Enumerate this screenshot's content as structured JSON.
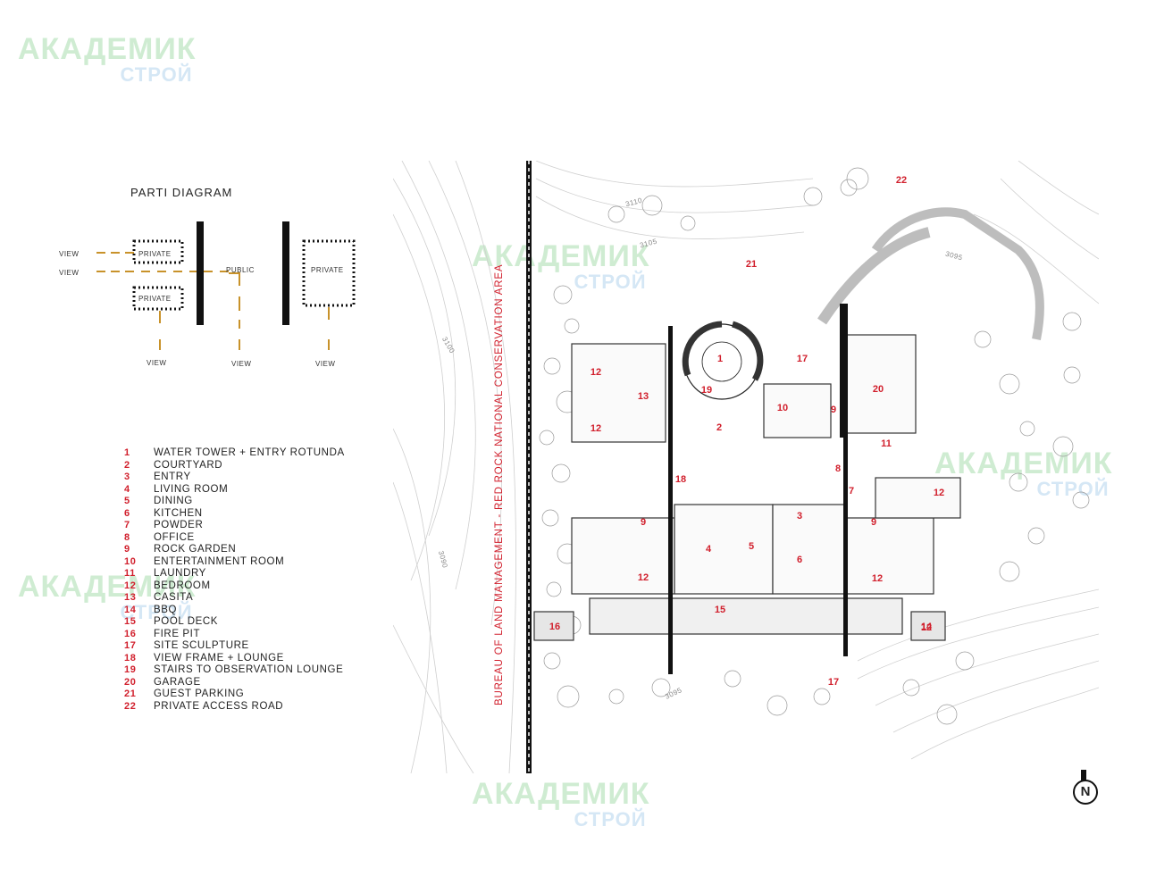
{
  "watermark": {
    "line1": "АКАДЕМИК",
    "line2": "СТРОЙ"
  },
  "parti": {
    "title": "PARTI DIAGRAM",
    "labels": {
      "view": "VIEW",
      "private": "PRIVATE",
      "public": "PUBLIC"
    }
  },
  "legend": [
    {
      "num": "1",
      "label": "WATER TOWER + ENTRY ROTUNDA"
    },
    {
      "num": "2",
      "label": "COURTYARD"
    },
    {
      "num": "3",
      "label": "ENTRY"
    },
    {
      "num": "4",
      "label": "LIVING ROOM"
    },
    {
      "num": "5",
      "label": "DINING"
    },
    {
      "num": "6",
      "label": "KITCHEN"
    },
    {
      "num": "7",
      "label": "POWDER"
    },
    {
      "num": "8",
      "label": "OFFICE"
    },
    {
      "num": "9",
      "label": "ROCK GARDEN"
    },
    {
      "num": "10",
      "label": "ENTERTAINMENT ROOM"
    },
    {
      "num": "11",
      "label": "LAUNDRY"
    },
    {
      "num": "12",
      "label": "BEDROOM"
    },
    {
      "num": "13",
      "label": "CASITA"
    },
    {
      "num": "14",
      "label": "BBQ"
    },
    {
      "num": "15",
      "label": "POOL DECK"
    },
    {
      "num": "16",
      "label": "FIRE PIT"
    },
    {
      "num": "17",
      "label": "SITE SCULPTURE"
    },
    {
      "num": "18",
      "label": "VIEW FRAME + LOUNGE"
    },
    {
      "num": "19",
      "label": "STAIRS TO OBSERVATION LOUNGE"
    },
    {
      "num": "20",
      "label": "GARAGE"
    },
    {
      "num": "21",
      "label": "GUEST PARKING"
    },
    {
      "num": "22",
      "label": "PRIVATE ACCESS ROAD"
    }
  ],
  "plan": {
    "boundary_label": "BUREAU OF LAND MANAGEMENT - RED ROCK NATIONAL CONSERVATION AREA",
    "contours": [
      "3110",
      "3105",
      "3100",
      "3095",
      "3090",
      "3095"
    ],
    "north": "N",
    "markers": [
      "22",
      "21",
      "1",
      "17",
      "19",
      "20",
      "12",
      "13",
      "10",
      "9",
      "2",
      "11",
      "12",
      "12",
      "8",
      "18",
      "7",
      "9",
      "3",
      "9",
      "4",
      "5",
      "6",
      "12",
      "12",
      "12",
      "15",
      "16",
      "14",
      "17"
    ]
  },
  "colors": {
    "accent": "#d11f2c",
    "view_line": "#c8922a",
    "ink": "#111111"
  }
}
